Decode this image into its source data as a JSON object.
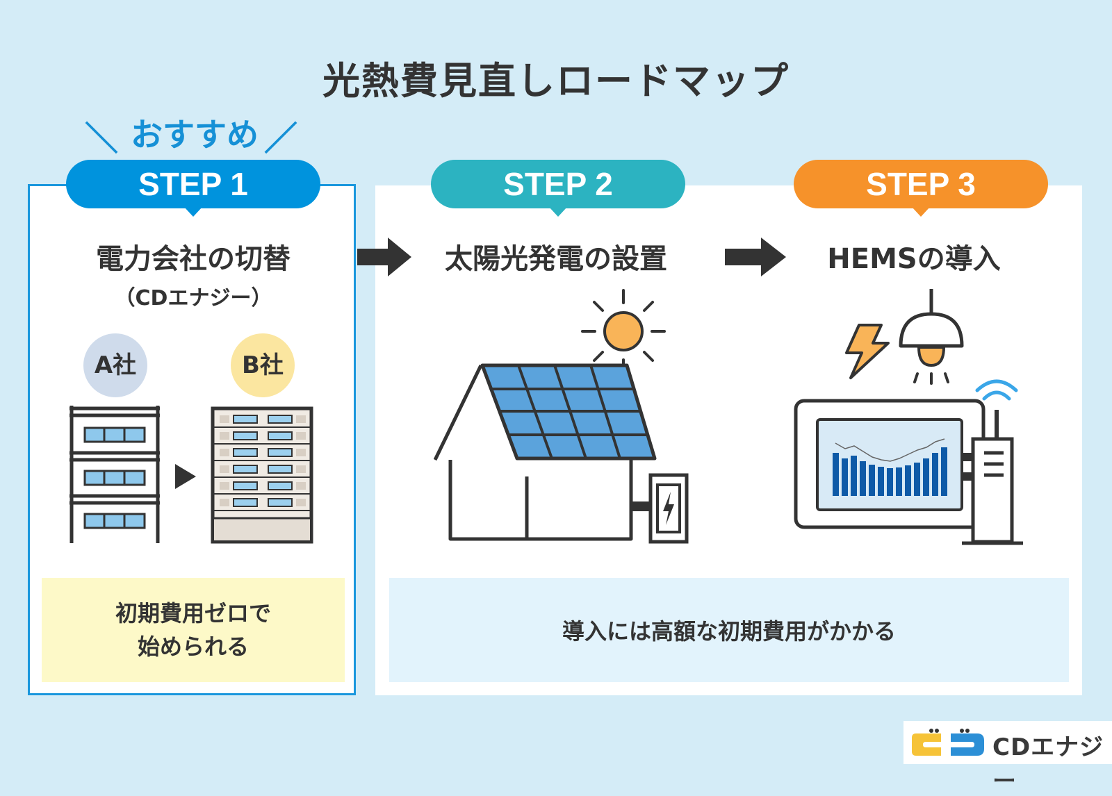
{
  "title": "光熱費見直しロードマップ",
  "recommend": {
    "label": "おすすめ",
    "left_mark": "＼",
    "right_mark": "／"
  },
  "steps": [
    {
      "label": "STEP 1",
      "color": "#0093dd",
      "title": "電力会社の切替",
      "subtitle": "（CDエナジー）",
      "from_company": "A社",
      "to_company": "B社",
      "note_line1": "初期費用ゼロで",
      "note_line2": "始められる"
    },
    {
      "label": "STEP 2",
      "color": "#2cb3c1",
      "title": "太陽光発電の設置"
    },
    {
      "label": "STEP 3",
      "color": "#f6922a",
      "title": "HEMSの導入"
    }
  ],
  "shared_note": "導入には高額な初期費用がかかる",
  "logo": {
    "name": "CDエナジー"
  },
  "icons": [
    "office-building-icon",
    "modern-building-icon",
    "sun-icon",
    "house-solar-panel-icon",
    "battery-icon",
    "lightning-icon",
    "ceiling-lamp-icon",
    "monitor-chart-icon",
    "router-wifi-icon",
    "arrow-right-icon"
  ],
  "colors": {
    "background": "#d4ecf7",
    "accent_blue": "#0093dd",
    "accent_teal": "#2cb3c1",
    "accent_orange": "#f6922a",
    "note_yellow": "#fdf9c8",
    "note_blue": "#e2f3fc"
  }
}
